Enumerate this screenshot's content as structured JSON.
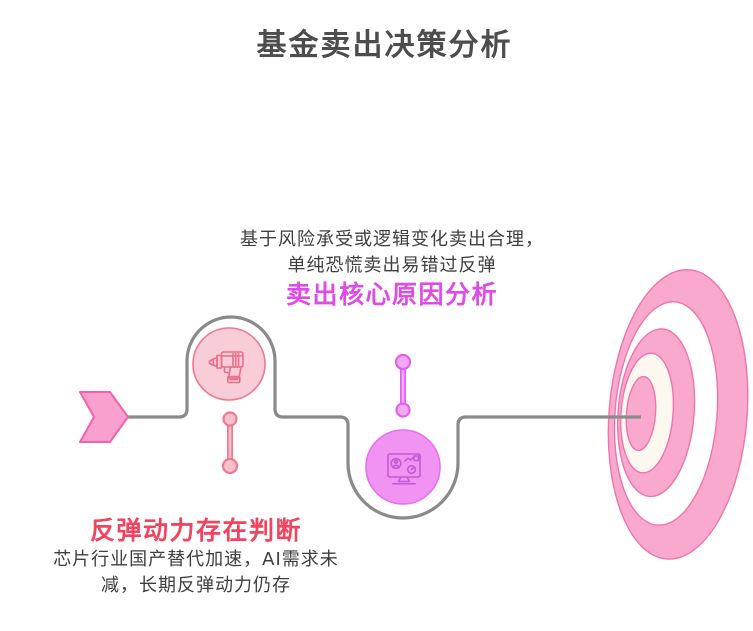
{
  "title": "基金卖出决策分析",
  "flow": {
    "start_marker": "chevron-flag",
    "end_marker": "bullseye-target",
    "steps": [
      {
        "icon": "power-drill-icon",
        "heading": "反弹动力存在判断",
        "desc_line1": "芯片行业国产替代加速，AI需求未",
        "desc_line2": "减，长期反弹动力仍存",
        "accent": "#f4435f",
        "node_fill": "#f9cdd8",
        "node_stroke": "#f0788f"
      },
      {
        "icon": "dashboard-monitor-icon",
        "heading": "卖出核心原因分析",
        "desc_line1": "基于风险承受或逻辑变化卖出合理，",
        "desc_line2": "单纯恐慌卖出易错过反弹",
        "accent": "#e04ae8",
        "node_fill": "#f093f3",
        "node_stroke": "#e570ee"
      }
    ]
  },
  "colors": {
    "title_text": "#4d4d4d",
    "body_text": "#3e3e3e",
    "path_line": "#8a8a8a",
    "flag_fill": "#faa0ce",
    "flag_stroke": "#f263ac",
    "target_pink": "#f9a9cd",
    "target_stroke": "#f074ac",
    "target_cream": "#fdf8ef",
    "target_white": "#ffffff"
  }
}
